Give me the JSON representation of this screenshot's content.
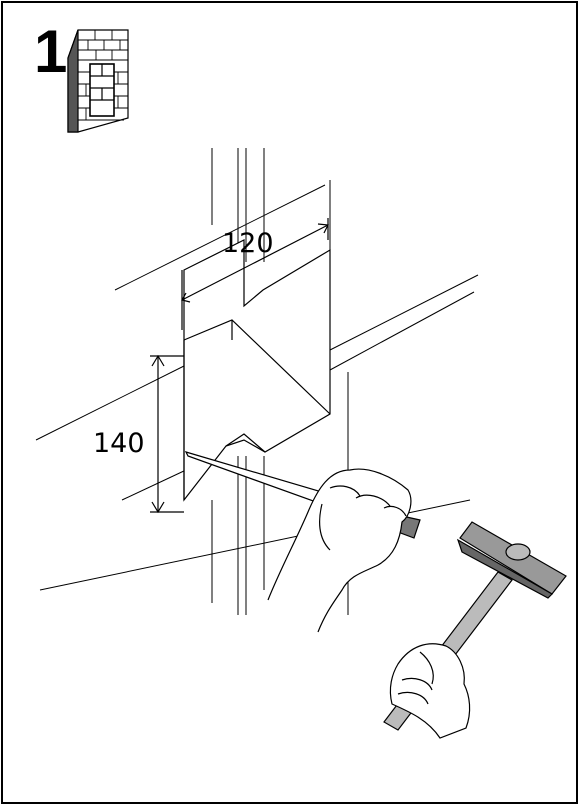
{
  "step": {
    "number": "1"
  },
  "wall_icon": {
    "icon": "brick-wall-icon"
  },
  "dimensions": {
    "width": "120",
    "height": "140"
  },
  "tools": {
    "chisel_icon": "chisel-icon",
    "hammer_icon": "hammer-icon",
    "hands_icon": "hands-icon"
  }
}
